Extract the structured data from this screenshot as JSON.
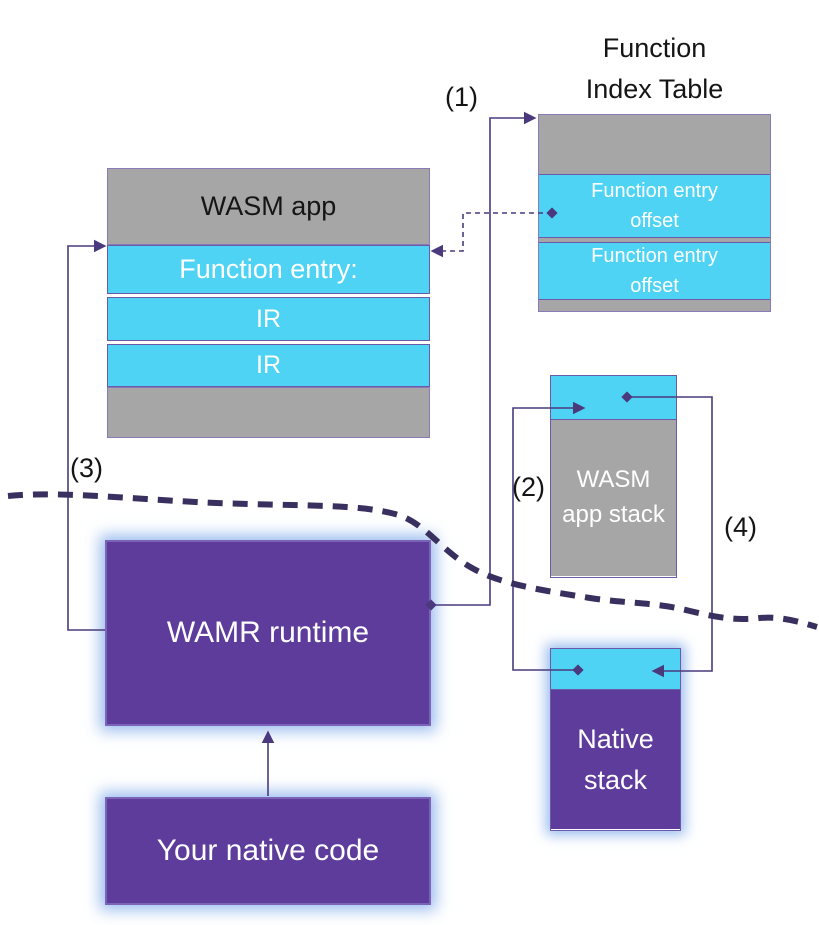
{
  "function_index_table": {
    "title_lines": [
      "Function",
      "Index Table"
    ],
    "entries": [
      {
        "lines": [
          "Function entry",
          "offset"
        ]
      },
      {
        "lines": [
          "Function entry",
          "offset"
        ]
      }
    ]
  },
  "wasm_app": {
    "title": "WASM app",
    "rows": [
      "Function entry:",
      "IR",
      "IR"
    ]
  },
  "wasm_app_stack": {
    "lines": [
      "WASM",
      "app stack"
    ]
  },
  "wamr_runtime": {
    "label": "WAMR runtime"
  },
  "your_native_code": {
    "label": "Your native code"
  },
  "native_stack": {
    "lines": [
      "Native",
      "stack"
    ]
  },
  "step_labels": {
    "s1": "(1)",
    "s2": "(2)",
    "s3": "(3)",
    "s4": "(4)"
  },
  "colors": {
    "gray": "#a6a6a6",
    "cyan": "#4ed3f5",
    "purple": "#5d3c9c",
    "line": "#4a3a7d",
    "dash": "#393060",
    "box-border": "#8a7ab8",
    "glow": "rgba(136,176,235,0.85)"
  }
}
